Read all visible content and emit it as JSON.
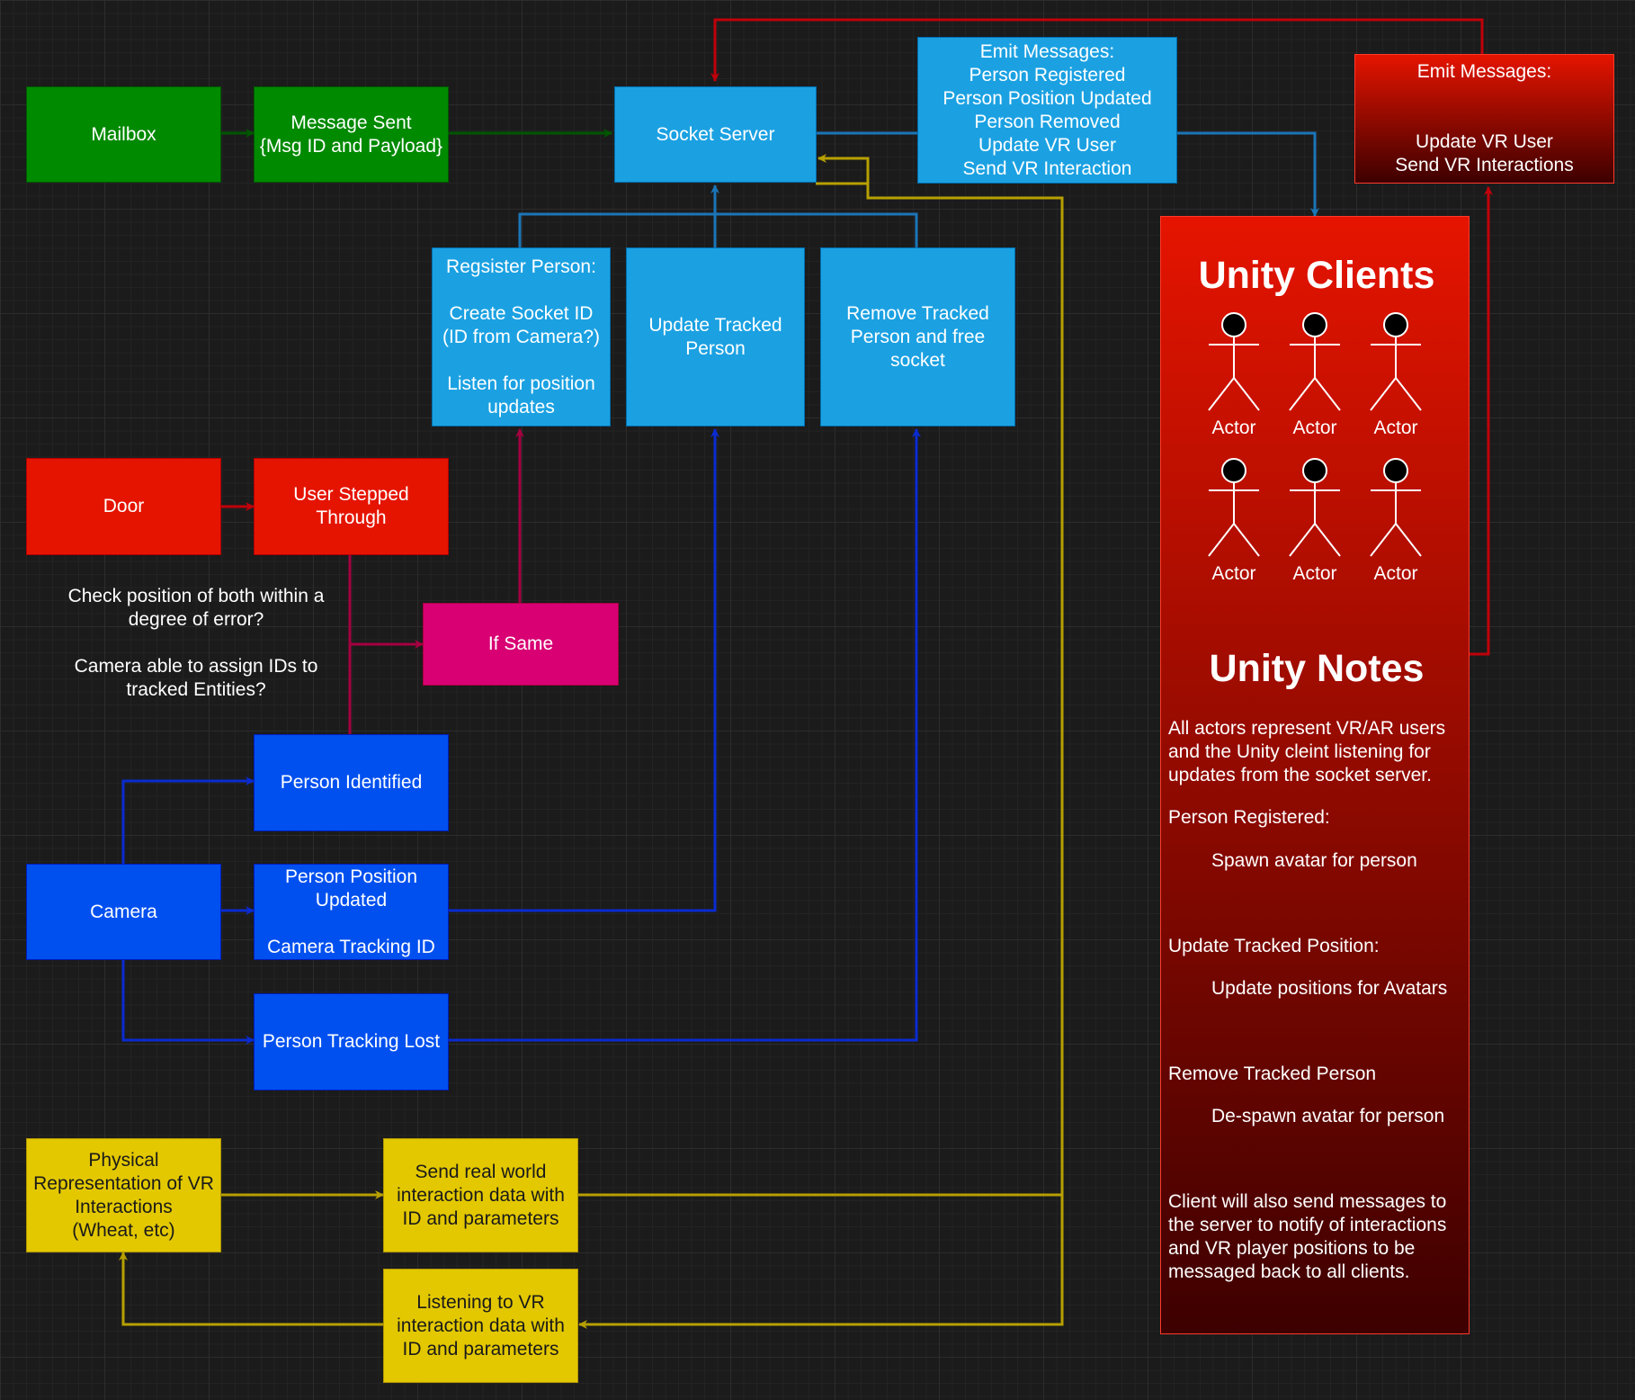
{
  "nodes": {
    "mailbox": "Mailbox",
    "message_sent": "Message Sent\n{Msg ID and Payload}",
    "socket_server": "Socket Server",
    "emit_messages_server": "Emit Messages:\nPerson Registered\nPerson Position Updated\nPerson Removed\nUpdate VR User\nSend VR Interaction",
    "emit_messages_unity": "Emit Messages:\n\n\nUpdate VR User\nSend VR Interactions",
    "register_person": "Regsister Person:\n\nCreate Socket ID\n(ID from Camera?)\n\nListen for position\nupdates",
    "update_tracked_person": "Update Tracked\nPerson",
    "remove_tracked_person": "Remove Tracked\nPerson and free\nsocket",
    "door": "Door",
    "user_stepped_through": "User Stepped\nThrough",
    "if_same": "If Same",
    "person_identified": "Person Identified",
    "camera": "Camera",
    "person_position_updated": "Person Position\nUpdated\n\nCamera Tracking ID",
    "person_tracking_lost": "Person Tracking Lost",
    "physical_representation": "Physical\nRepresentation of VR\nInteractions\n(Wheat, etc)",
    "send_real_world": "Send real world\ninteraction data with\nID and parameters",
    "listening_vr": "Listening to VR\ninteraction data with\nID and parameters"
  },
  "notes": {
    "door_camera_question": "Check position of both within a\ndegree of error?\n\nCamera able to assign IDs to\ntracked Entities?"
  },
  "unity": {
    "clients_title": "Unity Clients",
    "actors": [
      "Actor",
      "Actor",
      "Actor",
      "Actor",
      "Actor",
      "Actor"
    ],
    "notes_title": "Unity Notes",
    "intro": "All actors represent VR/AR users\nand the Unity cleint listening for\nupdates from the socket server.",
    "person_registered_heading": "Person Registered:",
    "person_registered_detail": "Spawn avatar for person",
    "update_tracked_heading": "Update Tracked Position:",
    "update_tracked_detail": "Update positions for Avatars",
    "remove_tracked_heading": "Remove Tracked Person",
    "remove_tracked_detail": "De-spawn avatar for person",
    "client_note": "Client will also send messages to\nthe server to notify of interactions\nand VR player positions to be\nmessaged back to all clients."
  },
  "colors": {
    "green": "#008a00",
    "light_blue": "#1ba1e2",
    "red": "#e51400",
    "pink": "#d80073",
    "blue": "#0050ef",
    "yellow": "#e3c800",
    "edge_green": "#005700",
    "edge_light_blue": "#1b76b8",
    "edge_red": "#c0000a",
    "edge_pink": "#a50040",
    "edge_blue": "#0a2bd0",
    "edge_yellow": "#b7a000"
  }
}
